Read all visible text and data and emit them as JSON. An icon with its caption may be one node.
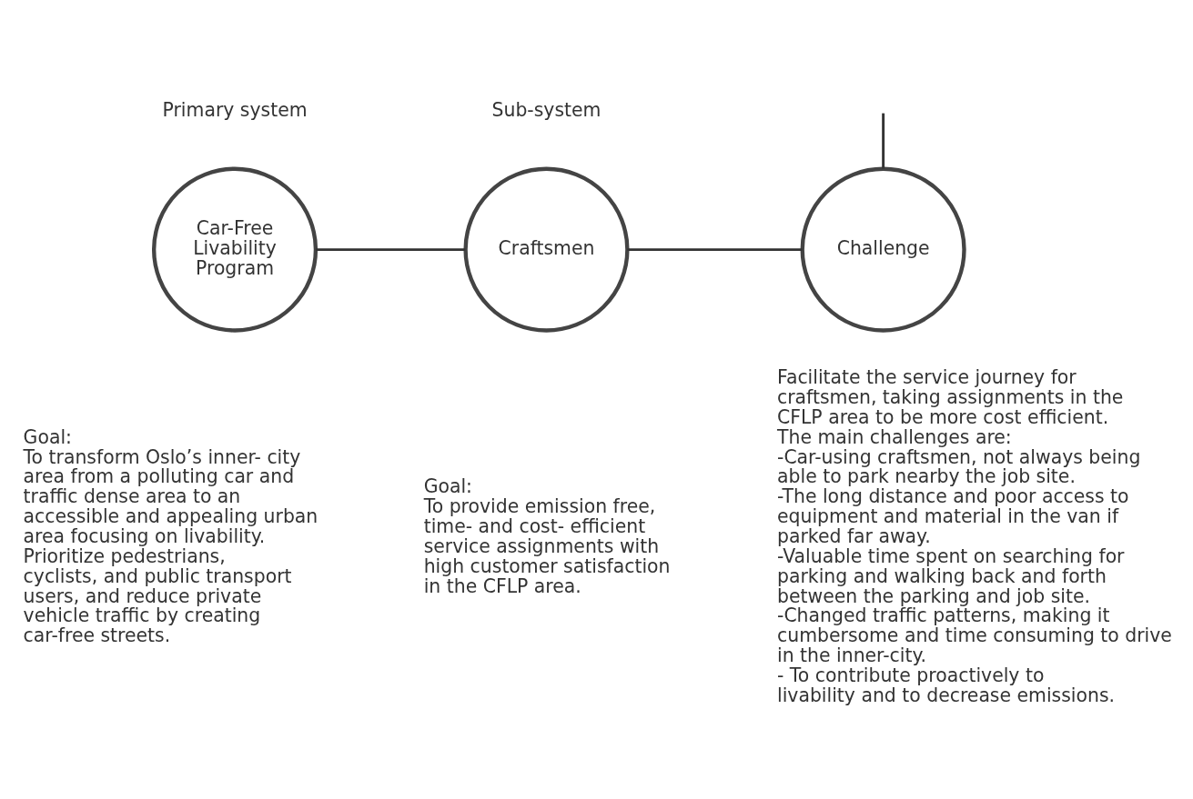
{
  "diagram": {
    "nodes": [
      {
        "text": [
          "Car-Free Livability Program"
        ],
        "beside": [
          "Primary system",
          "Goal:",
          "To transform Oslo’s inner- city area from a polluting car and traffic dense area to an accessible and appealing urban area focusing on livability. Prioritize pedestrians, cyclists, and public transport users, and reduce private vehicle traffic by creating car-free streets."
        ]
      },
      {
        "text": [
          "Craftsmen"
        ],
        "beside": [
          "Sub-system",
          "Goal:",
          "To provide emission free, time- and cost- efficient service assignments with high customer satisfaction in the CFLP area."
        ]
      },
      {
        "text": [
          "Challenge"
        ],
        "beside": [
          "Facilitate the service journey for craftsmen, taking assignments in the CFLP area to be more cost efficient.",
          "The main challenges are:",
          "-Car-using craftsmen, not always being able to park nearby the job site.",
          "-The long distance and poor access to equipment and material in the van if parked far away.",
          "-Valuable time spent on searching for parking and walking back and forth between the parking and job site.",
          "-Changed traffic patterns, making it cumbersome and time consuming to drive in the inner-city.",
          "- To contribute proactively to livability and to decrease emissions."
        ]
      }
    ],
    "edges": [
      {
        "from": 0,
        "to": 1,
        "arrow": "none"
      },
      {
        "from": 1,
        "to": 2,
        "arrow": "none"
      },
      {
        "from": 2,
        "to": null,
        "arrow": "none"
      }
    ]
  }
}
